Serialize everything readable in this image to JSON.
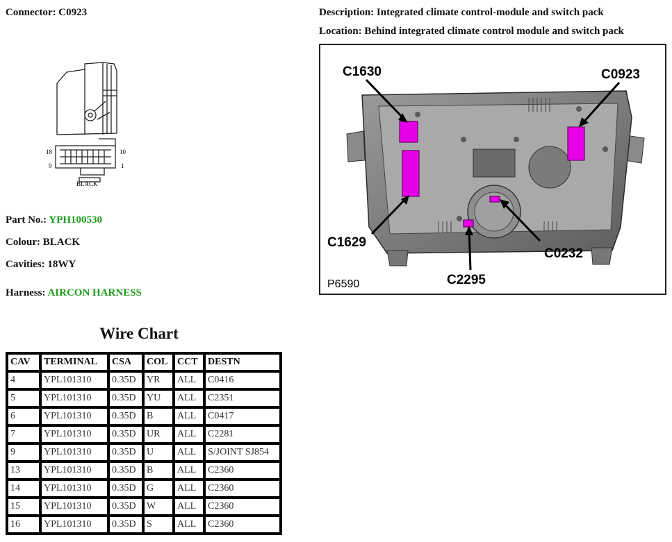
{
  "connector": {
    "label": "Connector:",
    "value": "C0923"
  },
  "description": {
    "label": "Description:",
    "value": "Integrated climate control-module and switch pack"
  },
  "location": {
    "label": "Location:",
    "value": "Behind integrated climate control module and switch pack"
  },
  "drawing": {
    "pin_left_top": "18",
    "pin_right_top": "10",
    "pin_left_bottom": "9",
    "pin_right_bottom": "1",
    "colour_tag": "BLACK"
  },
  "part": {
    "label": "Part No.:",
    "value": "YPH100530"
  },
  "colour": {
    "label": "Colour:",
    "value": "BLACK"
  },
  "cavities": {
    "label": "Cavities:",
    "value": "18WY"
  },
  "harness": {
    "label": "Harness:",
    "value": "AIRCON HARNESS"
  },
  "photo": {
    "callouts": [
      "C1630",
      "C0923",
      "C1629",
      "C0232",
      "C2295"
    ],
    "ref": "P6590",
    "highlight_color": "#e600e6"
  },
  "wire_chart": {
    "title": "Wire Chart",
    "headers": [
      "CAV",
      "TERMINAL",
      "CSA",
      "COL",
      "CCT",
      "DESTN"
    ],
    "rows": [
      [
        "4",
        "YPL101310",
        "0.35D",
        "YR",
        "ALL",
        "C0416"
      ],
      [
        "5",
        "YPL101310",
        "0.35D",
        "YU",
        "ALL",
        "C2351"
      ],
      [
        "6",
        "YPL101310",
        "0.35D",
        "B",
        "ALL",
        "C0417"
      ],
      [
        "7",
        "YPL101310",
        "0.35D",
        "UR",
        "ALL",
        "C2281"
      ],
      [
        "9",
        "YPL101310",
        "0.35D",
        "U",
        "ALL",
        "S/JOINT SJ854"
      ],
      [
        "13",
        "YPL101310",
        "0.35D",
        "B",
        "ALL",
        "C2360"
      ],
      [
        "14",
        "YPL101310",
        "0.35D",
        "G",
        "ALL",
        "C2360"
      ],
      [
        "15",
        "YPL101310",
        "0.35D",
        "W",
        "ALL",
        "C2360"
      ],
      [
        "16",
        "YPL101310",
        "0.35D",
        "S",
        "ALL",
        "C2360"
      ]
    ]
  }
}
